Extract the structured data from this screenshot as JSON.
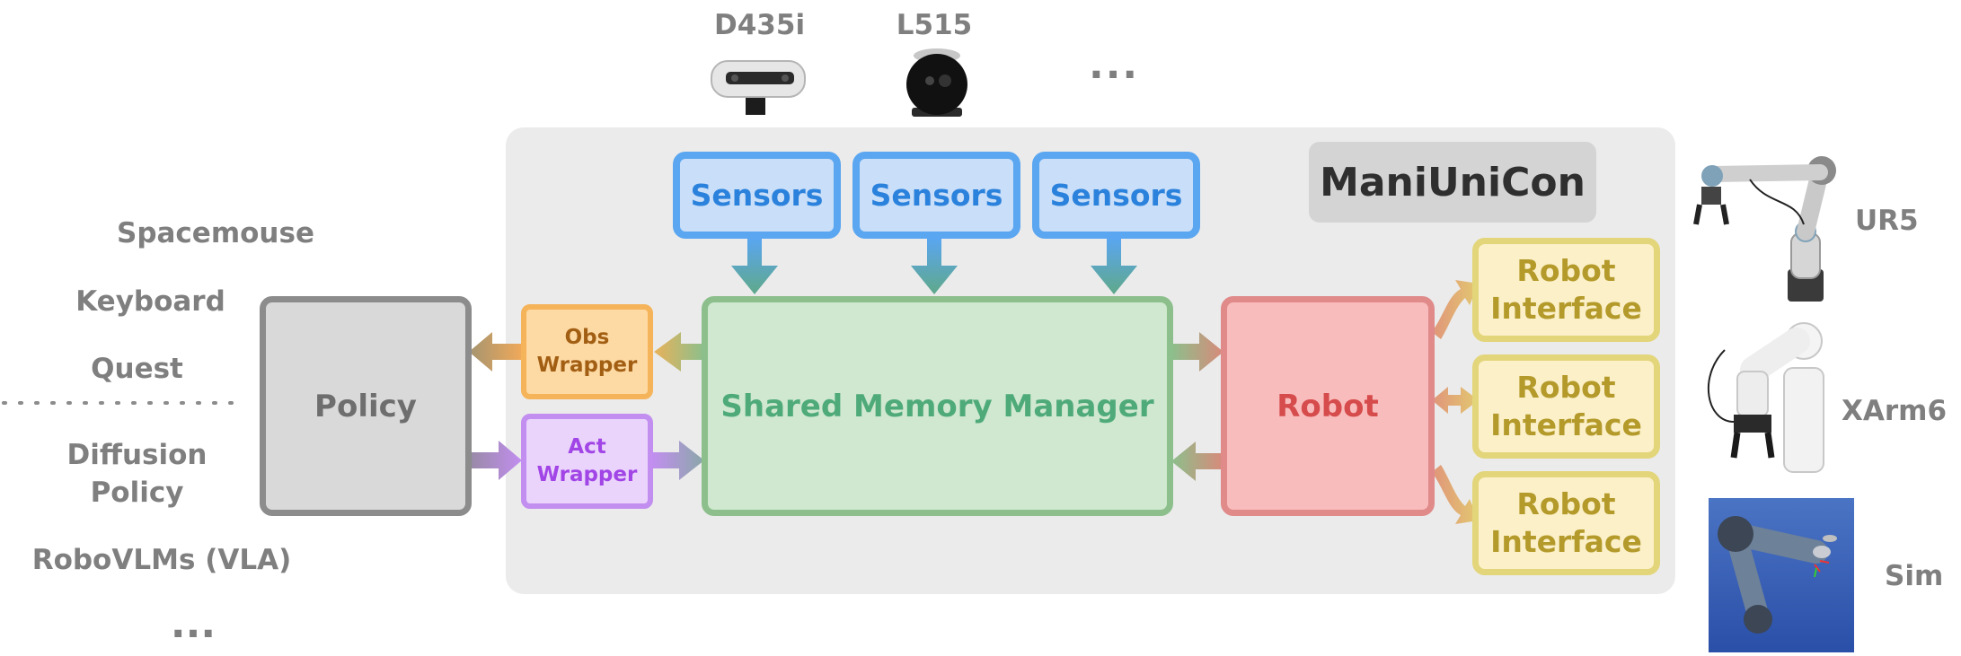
{
  "title": "ManiUniCon",
  "sensors": {
    "cameras": [
      "D435i",
      "L515"
    ],
    "more": "...",
    "boxes": [
      "Sensors",
      "Sensors",
      "Sensors"
    ]
  },
  "inputs": [
    "Spacemouse",
    "Keyboard",
    "Quest",
    "Diffusion\nPolicy",
    "RoboVLMs (VLA)"
  ],
  "inputs_more": "...",
  "policy": "Policy",
  "obs_wrapper": "Obs\nWrapper",
  "act_wrapper": "Act\nWrapper",
  "shared_memory": "Shared Memory Manager",
  "robot": "Robot",
  "robot_interfaces": [
    "Robot\nInterface",
    "Robot\nInterface",
    "Robot\nInterface"
  ],
  "robots": [
    "UR5",
    "XArm6",
    "Sim"
  ],
  "colors": {
    "sensor_fill": "#c9def8",
    "sensor_border": "#5aa6f0",
    "sensor_text": "#2b82dc",
    "shm_fill": "#cfe8cf",
    "shm_border": "#8cbf8c",
    "shm_text": "#4faa7a",
    "robot_fill": "#f9bcbc",
    "robot_border": "#e08a8a",
    "robot_text": "#d64b4b",
    "iface_fill": "#fbf0c8",
    "iface_border": "#e3d57a",
    "iface_text": "#b49a2a",
    "obs_fill": "#fdd9a3",
    "obs_border": "#f5b45a",
    "obs_text": "#a25f14",
    "act_fill": "#ead4fb",
    "act_border": "#c28ef0",
    "act_text": "#a145e6",
    "policy_fill": "#d9d9d9",
    "policy_border": "#8c8c8c",
    "panel_fill": "#ebebeb"
  }
}
